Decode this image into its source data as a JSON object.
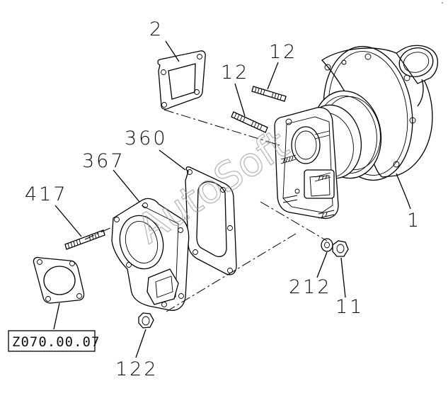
{
  "labels": {
    "gasket_top": "2",
    "stud_a": "12",
    "stud_b": "12",
    "gasket_360": "360",
    "elbow_367": "367",
    "stud_417": "417",
    "turbocharger": "1",
    "washer": "212",
    "nut_11": "11",
    "nut_122": "122"
  },
  "reference_code": "Z070.00.07",
  "watermark": "AutoSoft"
}
